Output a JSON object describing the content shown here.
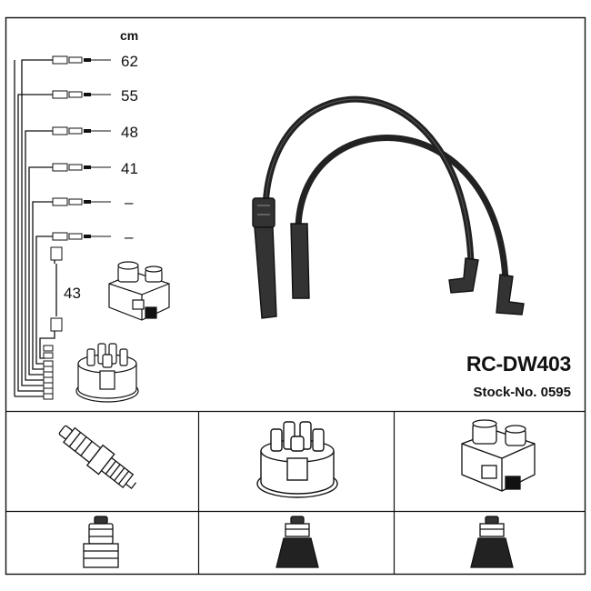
{
  "unit_label": "cm",
  "wire_lengths": [
    "62",
    "55",
    "48",
    "41",
    "–",
    "–"
  ],
  "coil_wire_length": "43",
  "product": {
    "code": "RC-DW403",
    "stock": "Stock-No. 0595"
  },
  "bottom_row": {
    "cells": [
      "spark-plug",
      "distributor-cap",
      "ignition-coil"
    ],
    "boots": [
      "straight-boot",
      "angled-boot",
      "angled-boot"
    ]
  }
}
